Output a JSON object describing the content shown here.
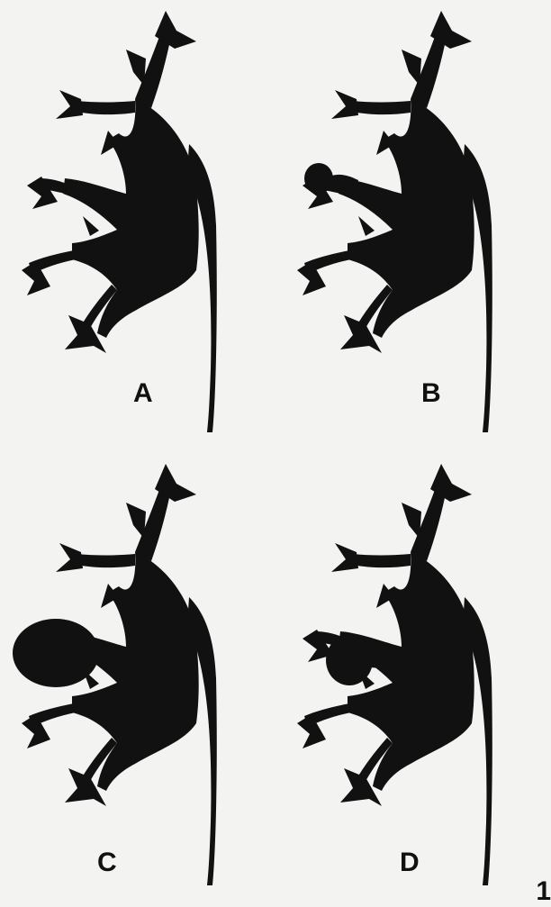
{
  "panels": [
    {
      "label": "A",
      "variant": "normal"
    },
    {
      "label": "B",
      "variant": "small-cyst"
    },
    {
      "label": "C",
      "variant": "large-cyst"
    },
    {
      "label": "D",
      "variant": "medium-cyst"
    }
  ],
  "corner_mark": "1",
  "colors": {
    "ink": "#111111",
    "paper": "#f3f3f1"
  }
}
